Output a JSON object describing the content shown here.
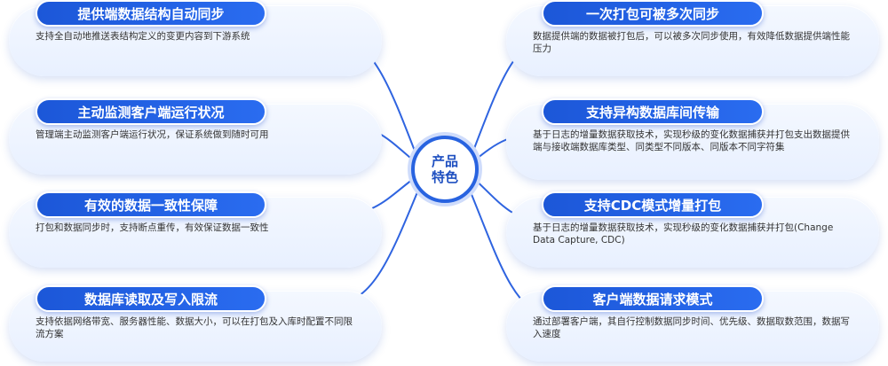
{
  "center": {
    "line1": "产品",
    "line2": "特色"
  },
  "left": [
    {
      "title": "提供端数据结构自动同步",
      "desc": "支持全自动地推送表结构定义的变更内容到下游系统"
    },
    {
      "title": "主动监测客户端运行状况",
      "desc": "管理端主动监测客户端运行状况，保证系统做到随时可用"
    },
    {
      "title": "有效的数据一致性保障",
      "desc": "打包和数据同步时，支持断点重传，有效保证数据一致性"
    },
    {
      "title": "数据库读取及写入限流",
      "desc": "支持依据网络带宽、服务器性能、数据大小，可以在打包及入库时配置不同限流方案"
    }
  ],
  "right": [
    {
      "title": "一次打包可被多次同步",
      "desc": "数据提供端的数据被打包后，可以被多次同步使用，有效降低数据提供端性能压力"
    },
    {
      "title": "支持异构数据库间传输",
      "desc": "基于日志的增量数据获取技术，实现秒级的变化数据捕获并打包支出数据提供端与接收端数据库类型、同类型不同版本、同版本不同字符集"
    },
    {
      "title": "支持CDC模式增量打包",
      "desc": "基于日志的增量数据获取技术，实现秒级的变化数据捕获并打包(Change Data Capture, CDC)"
    },
    {
      "title": "客户端数据请求模式",
      "desc": "通过部署客户端，其自行控制数据同步时间、优先级、数据取数范围，数据写入速度"
    }
  ]
}
